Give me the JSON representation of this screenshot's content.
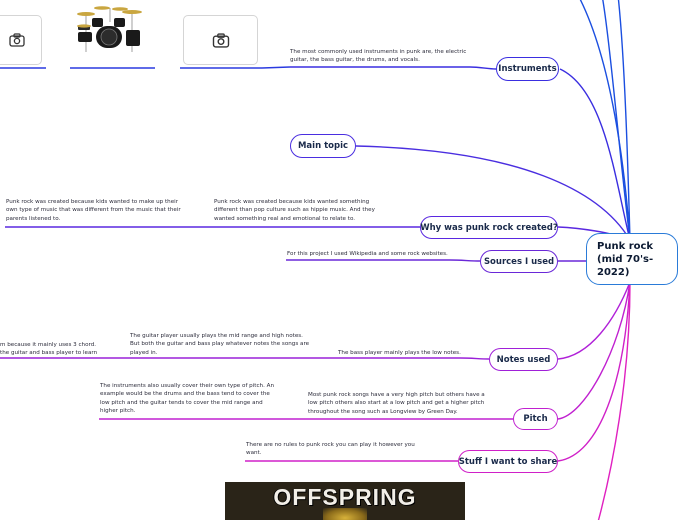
{
  "central": {
    "label": "Punk rock (mid 70's-2022)"
  },
  "main_topic": {
    "label": "Main topic"
  },
  "branches": {
    "instruments": {
      "label": "Instruments",
      "note": "The most commonly used instruments in punk are, the electric guitar, the bass guitar, the drums, and vocals."
    },
    "why": {
      "label": "Why was punk rock created?",
      "note1": "Punk rock was created because kids wanted something different than pop culture such as hippie music. And they wanted something real and emotional to relate to.",
      "note2": "Punk rock was created because kids wanted to make up their own type of music that was different from the music that their parents listened to."
    },
    "sources": {
      "label": "Sources I used",
      "note": "For this project I used Wikipedia and some rock websites."
    },
    "notes_used": {
      "label": "Notes used",
      "note1": "The bass player mainly plays the low notes.",
      "note2": "The guitar player usually plays the mid range and high notes. But both the guitar and bass play whatever notes the songs are played in.",
      "note3": "m because it mainly uses 3 chord. the guitar and bass player to learn"
    },
    "pitch": {
      "label": "Pitch",
      "note1": "Most punk rock songs have a very high pitch but others have a low pitch others also start at a low pitch and get a higher pitch throughout the song such as Longview by Green Day.",
      "note2": "The instruments also usually cover their own type of pitch. An example would be the drums and the bass tend to cover the low pitch and the guitar tends to cover the mid range and higher pitch."
    },
    "share": {
      "label": "Stuff I want to share",
      "note": "There are no rules to punk rock you can play it however you want."
    }
  },
  "images": {
    "logo_text": "OFFSPRING",
    "placeholder_icon": "camera-icon",
    "drum_icon": "drum-kit-icon"
  },
  "colors": {
    "central_border": "#2a7bd8",
    "upper_branch": "#3a2ee0",
    "lower_branch": "#e020c8"
  }
}
